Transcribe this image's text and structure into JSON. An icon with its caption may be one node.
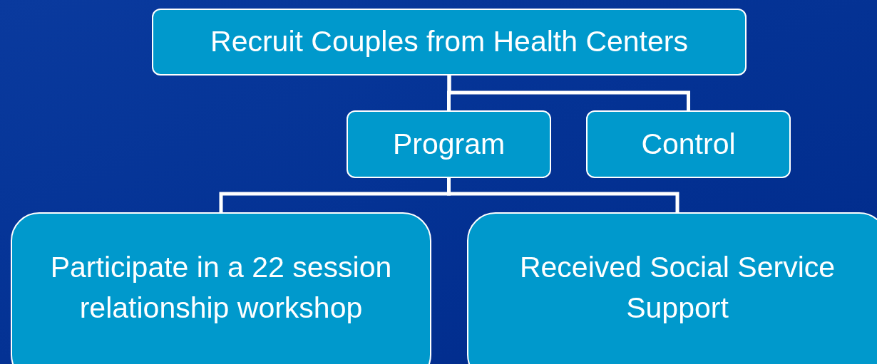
{
  "diagram": {
    "nodes": [
      {
        "text": [
          "Recruit Couples from Health Centers"
        ]
      },
      {
        "text": [
          "Program"
        ]
      },
      {
        "text": [
          "Control"
        ]
      },
      {
        "text": [
          "Participate in a 22 session relationship workshop"
        ]
      },
      {
        "text": [
          "Received Social Service Support"
        ]
      }
    ],
    "edges": [
      {
        "from": 0,
        "to": 1,
        "arrow": "none"
      },
      {
        "from": 0,
        "to": 2,
        "arrow": "none"
      },
      {
        "from": 1,
        "to": 3,
        "arrow": "none"
      },
      {
        "from": 1,
        "to": 4,
        "arrow": "none"
      }
    ]
  }
}
